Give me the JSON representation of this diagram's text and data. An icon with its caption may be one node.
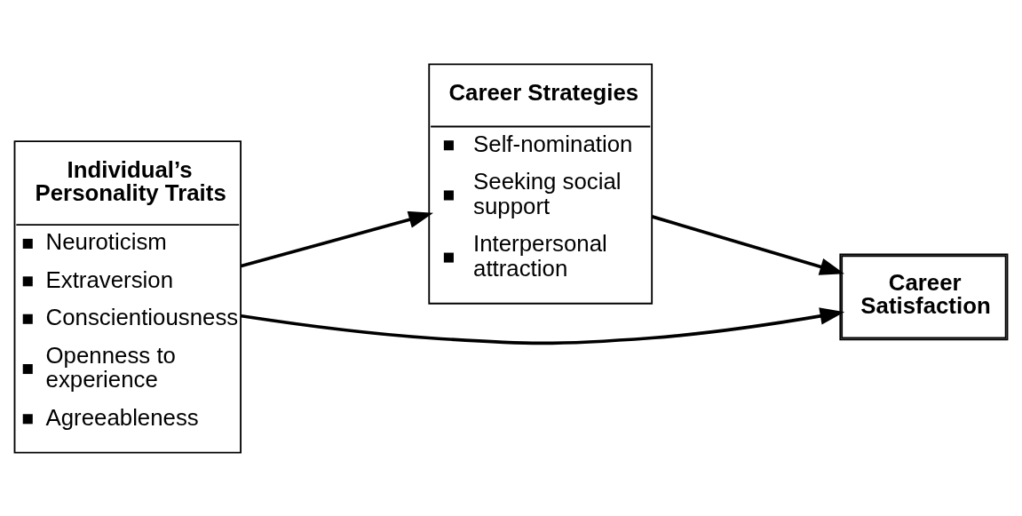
{
  "diagram": {
    "nodes": [
      {
        "text": [
          "Individual’s Personality Traits",
          "Neuroticism",
          "Extraversion",
          "Conscientiousness",
          "Openness to experience",
          "Agreeableness"
        ]
      },
      {
        "text": [
          "Career Strategies",
          "Self-nomination",
          "Seeking social support",
          "Interpersonal attraction"
        ]
      },
      {
        "text": [
          "Career Satisfaction"
        ]
      }
    ],
    "edges": [
      {
        "from": 0,
        "to": 1,
        "arrow": "to"
      },
      {
        "from": 1,
        "to": 2,
        "arrow": "to"
      },
      {
        "from": 0,
        "to": 2,
        "arrow": "to"
      }
    ]
  }
}
